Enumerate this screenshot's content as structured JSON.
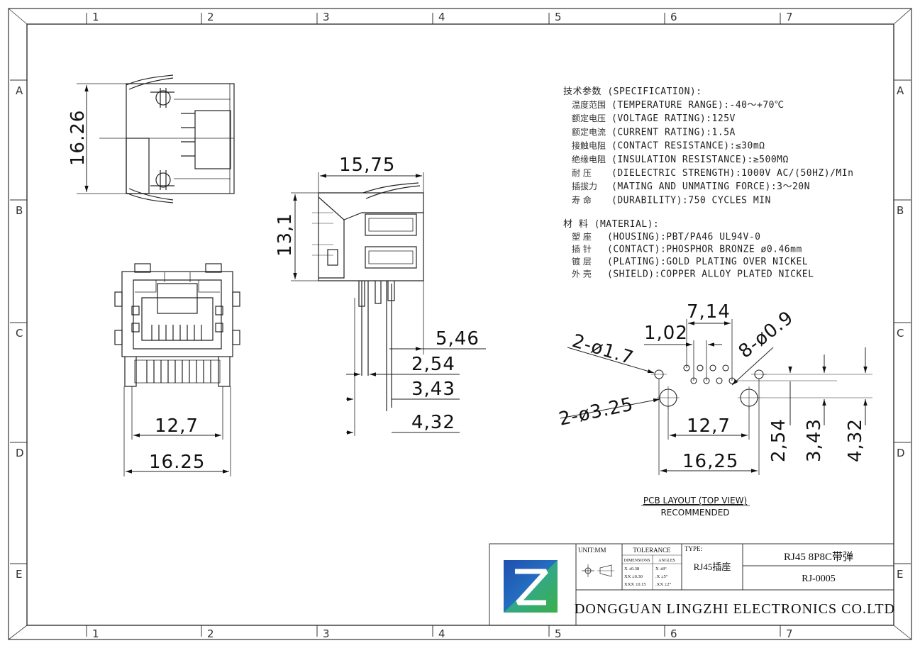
{
  "border": {
    "columns": [
      "1",
      "2",
      "3",
      "4",
      "5",
      "6",
      "7"
    ],
    "rows": [
      "A",
      "B",
      "C",
      "D",
      "E"
    ]
  },
  "spec": {
    "title": "技术参数 (SPECIFICATION):",
    "lines": [
      {
        "cn": "温度范围",
        "en": "(TEMPERATURE RANGE):-40～+70℃"
      },
      {
        "cn": "额定电压",
        "en": "(VOLTAGE RATING):125V"
      },
      {
        "cn": "额定电流",
        "en": "(CURRENT RATING):1.5A"
      },
      {
        "cn": "接触电阻",
        "en": "(CONTACT RESISTANCE):≤30mΩ"
      },
      {
        "cn": "绝缘电阻",
        "en": "(INSULATION RESISTANCE):≥500MΩ"
      },
      {
        "cn": "耐   压",
        "en": "(DIELECTRIC STRENGTH):1000V AC/(50HZ)/MIn"
      },
      {
        "cn": "插拔力",
        "en": "(MATING AND UNMATING FORCE):3～20N"
      },
      {
        "cn": "寿   命",
        "en": "(DURABILITY):750 CYCLES MIN"
      }
    ]
  },
  "material": {
    "title": "材 料 (MATERIAL):",
    "lines": [
      {
        "cn": "塑   座",
        "en": "(HOUSING):PBT/PA46 UL94V-0"
      },
      {
        "cn": "插   针",
        "en": "(CONTACT):PHOSPHOR BRONZE ø0.46mm"
      },
      {
        "cn": "镀   层",
        "en": "(PLATING):GOLD PLATING OVER NICKEL"
      },
      {
        "cn": "外   壳",
        "en": "(SHIELD):COPPER ALLOY PLATED NICKEL"
      }
    ]
  },
  "dims": {
    "side_height": "16.26",
    "top_width": "15,75",
    "front_height": "13,1",
    "d546": "5,46",
    "d254": "2,54",
    "d343": "3,43",
    "d432": "4,32",
    "front_127": "12,7",
    "front_1625": "16.25",
    "pcb_714": "7,14",
    "pcb_102": "1,02",
    "pcb_8holes": "8-ø0.9",
    "pcb_2holes_17": "2-ø1.7",
    "pcb_2holes_325": "2-ø3.25",
    "pcb_127": "12,7",
    "pcb_1625": "16,25",
    "pcb_254": "2,54",
    "pcb_343": "3,43",
    "pcb_432": "4,32"
  },
  "pcb": {
    "title": "PCB LAYOUT (TOP VIEW)",
    "subtitle": "RECOMMENDED"
  },
  "titleblock": {
    "unit": "UNIT:MM",
    "tolerance": "TOLERANCE",
    "dimensions": "DIMENSIONS",
    "angles": "ANGLES",
    "tol_rows": [
      {
        "d": "X   ±0.38",
        "a": "X   ±8°"
      },
      {
        "d": "XX  ±0.30",
        "a": ".X   ±5°"
      },
      {
        "d": "XXX ±0.15",
        "a": ".XX  ±2°"
      }
    ],
    "type_label": "TYPE:",
    "type_value": "RJ45插座",
    "name": "RJ45 8P8C带弹",
    "part_no": "RJ-0005",
    "company": "DONGGUAN LINGZHI ELECTRONICS CO.LTD",
    "logo_color_blue": "#1b5fb5",
    "logo_color_green": "#3aa845"
  }
}
